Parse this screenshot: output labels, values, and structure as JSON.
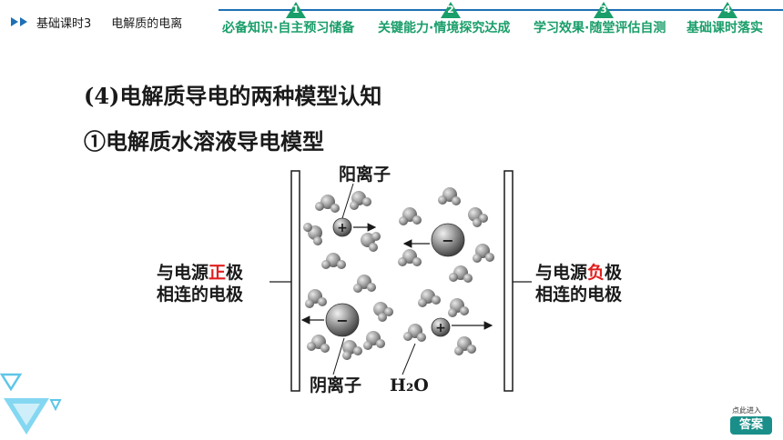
{
  "header": {
    "breadcrumb_course": "基础课时3",
    "breadcrumb_topic": "电解质的电离",
    "nav": [
      {
        "num": "1",
        "label": "必备知识·自主预习储备"
      },
      {
        "num": "2",
        "label": "关键能力·情境探究达成"
      },
      {
        "num": "3",
        "label": "学习效果·随堂评估自测"
      },
      {
        "num": "4",
        "label": "基础课时落实"
      }
    ],
    "colors": {
      "accent_blue": "#1f6fb4",
      "nav_green": "#1a9e6a"
    }
  },
  "content": {
    "heading": "(4)电解质导电的两种模型认知",
    "subheading": "①电解质水溶液导电模型"
  },
  "diagram": {
    "cation_label": "阳离子",
    "anion_label": "阴离子",
    "water_label": "H₂O",
    "left_label_line1_prefix": "与电源",
    "left_label_line1_emph": "正",
    "left_label_line1_suffix": "极",
    "left_label_line2": "相连的电极",
    "right_label_line1_prefix": "与电源",
    "right_label_line1_emph": "负",
    "right_label_line1_suffix": "极",
    "right_label_line2": "相连的电极",
    "plus_sign": "+",
    "minus_sign": "−",
    "emph_color": "#e0201f"
  },
  "footer": {
    "answer_hint": "点此进入",
    "answer_label": "答案"
  }
}
